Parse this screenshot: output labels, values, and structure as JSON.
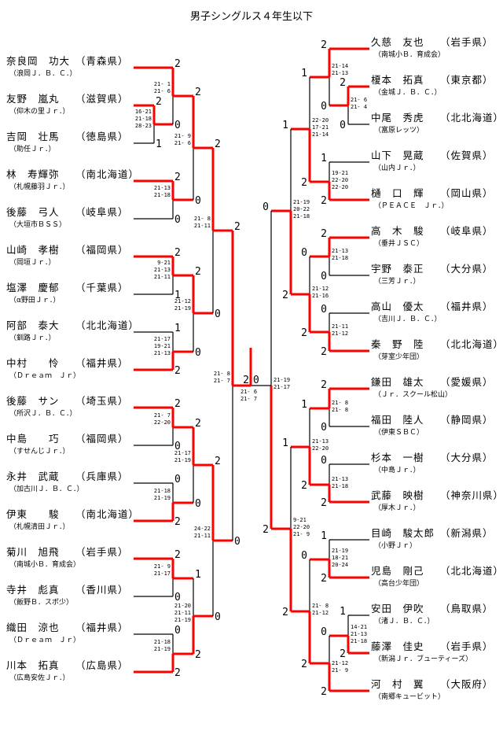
{
  "title": "男子シングルス４年生以下",
  "colors": {
    "winner_line": "#ff0000",
    "loser_line": "#000000"
  },
  "left_players": [
    {
      "name": "奈良岡　功大",
      "pref": "（青森県）",
      "club": "（浪岡Ｊ．Ｂ．Ｃ．）"
    },
    {
      "name": "友野　嵐丸",
      "pref": "（滋賀県）",
      "club": "（仰木の里Ｊｒ．）"
    },
    {
      "name": "吉岡　壮馬",
      "pref": "（徳島県）",
      "club": "（助任Ｊｒ．）"
    },
    {
      "name": "林　寿輝弥",
      "pref": "（南北海道）",
      "club": "（札幌藤羽Ｊｒ．）"
    },
    {
      "name": "後藤　弓人",
      "pref": "（岐阜県）",
      "club": "（大垣市ＢＳＳ）"
    },
    {
      "name": "山崎　孝樹",
      "pref": "（福岡県）",
      "club": "（岡垣Ｊｒ．）"
    },
    {
      "name": "塩澤　慶郁",
      "pref": "（千葉県）",
      "club": "（α野田Ｊｒ．）"
    },
    {
      "name": "阿部　泰大",
      "pref": "（北北海道）",
      "club": "（釧路Ｊｒ．）"
    },
    {
      "name": "中村　　怜",
      "pref": "（福井県）",
      "club": "（Ｄｒｅａｍ　Ｊｒ）"
    },
    {
      "name": "後藤　サン",
      "pref": "（埼玉県）",
      "club": "（所沢Ｊ．Ｂ．Ｃ．）"
    },
    {
      "name": "中島　　巧",
      "pref": "（福岡県）",
      "club": "（すせんじＪｒ．）"
    },
    {
      "name": "永井　武蔵",
      "pref": "（兵庫県）",
      "club": "（加古川Ｊ．Ｂ．Ｃ．）"
    },
    {
      "name": "伊東　　駿",
      "pref": "（南北海道）",
      "club": "（札幌清田Ｊｒ．）"
    },
    {
      "name": "菊川　旭飛",
      "pref": "（岩手県）",
      "club": "（南城小Ｂ．育成会）"
    },
    {
      "name": "寺井　彪真",
      "pref": "（香川県）",
      "club": "（飯野Ｂ．スポ少）"
    },
    {
      "name": "織田　涼也",
      "pref": "（福井県）",
      "club": "（Ｄｒｅａｍ　Ｊｒ）"
    },
    {
      "name": "川本　拓真",
      "pref": "（広島県）",
      "club": "（広島安佐Ｊｒ．）"
    }
  ],
  "right_players": [
    {
      "name": "久慈　友也",
      "pref": "（岩手県）",
      "club": "（南城小Ｂ．育成会）"
    },
    {
      "name": "榎本　拓真",
      "pref": "（東京都）",
      "club": "（金城Ｊ．Ｂ．Ｃ．）"
    },
    {
      "name": "中尾　秀虎",
      "pref": "（北北海道）",
      "club": "（富原レッツ）"
    },
    {
      "name": "山下　晃蔵",
      "pref": "（佐賀県）",
      "club": "（山内Ｊｒ．）"
    },
    {
      "name": "樋　口　輝",
      "pref": "（岡山県）",
      "club": "（ＰＥＡＣＥ　Ｊｒ．）"
    },
    {
      "name": "高　木　駿",
      "pref": "（岐阜県）",
      "club": "（垂井ＪＳＣ）"
    },
    {
      "name": "宇野　泰正",
      "pref": "（大分県）",
      "club": "（三芳Ｊｒ．）"
    },
    {
      "name": "高山　優太",
      "pref": "（福井県）",
      "club": "（吉川Ｊ．Ｂ．Ｃ．）"
    },
    {
      "name": "秦　野　陸",
      "pref": "（北北海道）",
      "club": "（芽室少年団）"
    },
    {
      "name": "鎌田　雄太",
      "pref": "（愛媛県）",
      "club": "（Ｊｒ．スクール松山）"
    },
    {
      "name": "福田　陸人",
      "pref": "（静岡県）",
      "club": "（伊東ＳＢＣ）"
    },
    {
      "name": "杉本　一樹",
      "pref": "（大分県）",
      "club": "（中島Ｊｒ．）"
    },
    {
      "name": "武藤　映樹",
      "pref": "（神奈川県）",
      "club": "（厚木Ｊｒ．）"
    },
    {
      "name": "目崎　駿太郎",
      "pref": "（新潟県）",
      "club": "（小野Ｊｒ）"
    },
    {
      "name": "児島　剛己",
      "pref": "（北北海道）",
      "club": "（高台少年団）"
    },
    {
      "name": "安田　伊吹",
      "pref": "（鳥取県）",
      "club": "（渚Ｊ．Ｂ．Ｃ．）"
    },
    {
      "name": "藤澤　佳史",
      "pref": "（岩手県）",
      "club": "（新潟Ｊｒ．ブューティーズ）"
    },
    {
      "name": "河　村　翼",
      "pref": "（大阪府）",
      "club": "（南郷キュービット）"
    }
  ],
  "matches": {
    "A": {
      "top_games": "2",
      "bottom_games": "1",
      "winner": "top",
      "scores": [
        "16-21",
        "21-18",
        "28-23"
      ]
    },
    "B": {
      "top_games": "2",
      "bottom_games": "0",
      "winner": "top",
      "scores": [
        "21- 1",
        "21- 6"
      ]
    },
    "C": {
      "top_games": "2",
      "bottom_games": "0",
      "winner": "top",
      "scores": [
        "21-13",
        "21-18"
      ]
    },
    "D": {
      "top_games": "2",
      "bottom_games": "0",
      "winner": "top",
      "scores": [
        "21- 9",
        "21- 6"
      ]
    },
    "E": {
      "top_games": "2",
      "bottom_games": "1",
      "winner": "top",
      "scores": [
        "9-21",
        "21-13",
        "21-11"
      ]
    },
    "F": {
      "top_games": "1",
      "bottom_games": "2",
      "winner": "bottom",
      "scores": [
        "21-17",
        "19-21",
        "21-13"
      ]
    },
    "G": {
      "top_games": "2",
      "bottom_games": "0",
      "winner": "top",
      "scores": [
        "21-12",
        "21-19"
      ]
    },
    "H": {
      "top_games": "2",
      "bottom_games": "0",
      "winner": "top",
      "scores": [
        "21- 8",
        "21-11"
      ]
    },
    "I": {
      "top_games": "2",
      "bottom_games": "0",
      "winner": "top",
      "scores": [
        "21- 7",
        "22-20"
      ]
    },
    "J": {
      "top_games": "0",
      "bottom_games": "2",
      "winner": "bottom",
      "scores": [
        "21-18",
        "21-19"
      ]
    },
    "K": {
      "top_games": "2",
      "bottom_games": "0",
      "winner": "top",
      "scores": [
        "21-17",
        "21-19"
      ]
    },
    "L": {
      "top_games": "2",
      "bottom_games": "0",
      "winner": "top",
      "scores": [
        "21- 9",
        "21-17"
      ]
    },
    "M": {
      "top_games": "0",
      "bottom_games": "2",
      "winner": "bottom",
      "scores": [
        "21-18",
        "21-19"
      ]
    },
    "N": {
      "top_games": "1",
      "bottom_games": "2",
      "winner": "bottom",
      "scores": [
        "21-20",
        "21-11",
        "21-19"
      ]
    },
    "O": {
      "top_games": "2",
      "bottom_games": "0",
      "winner": "top",
      "scores": [
        "24-22",
        "21-11"
      ]
    },
    "P": {
      "top_games": "2",
      "bottom_games": "0",
      "winner": "top",
      "scores": [
        "21- 8",
        "21- 7"
      ]
    },
    "a": {
      "top_games": "2",
      "bottom_games": "0",
      "winner": "top",
      "scores": [
        "21- 6",
        "21- 4"
      ]
    },
    "b": {
      "top_games": "2",
      "bottom_games": "0",
      "winner": "top",
      "scores": [
        "21-14",
        "21-13"
      ]
    },
    "c": {
      "top_games": "1",
      "bottom_games": "2",
      "winner": "bottom",
      "scores": [
        "19-21",
        "22-20",
        "22-20"
      ]
    },
    "d": {
      "top_games": "1",
      "bottom_games": "2",
      "winner": "bottom",
      "scores": [
        "22-20",
        "17-21",
        "21-14"
      ]
    },
    "e": {
      "top_games": "2",
      "bottom_games": "0",
      "winner": "top",
      "scores": [
        "21-13",
        "21-18"
      ]
    },
    "f": {
      "top_games": "0",
      "bottom_games": "2",
      "winner": "bottom",
      "scores": [
        "21-11",
        "21-12"
      ]
    },
    "g": {
      "top_games": "0",
      "bottom_games": "2",
      "winner": "bottom",
      "scores": [
        "21-12",
        "21-16"
      ]
    },
    "h": {
      "top_games": "1",
      "bottom_games": "2",
      "winner": "bottom",
      "scores": [
        "21-19",
        "20-22",
        "21-18"
      ]
    },
    "i": {
      "top_games": "2",
      "bottom_games": "0",
      "winner": "top",
      "scores": [
        "21- 8",
        "21- 8"
      ]
    },
    "j": {
      "top_games": "0",
      "bottom_games": "2",
      "winner": "bottom",
      "scores": [
        "21-13",
        "21-18"
      ]
    },
    "k": {
      "top_games": "1",
      "bottom_games": "2",
      "winner": "bottom",
      "scores": [
        "21-13",
        "22-20"
      ]
    },
    "l": {
      "top_games": "1",
      "bottom_games": "2",
      "winner": "bottom",
      "scores": [
        "21-19",
        "18-21",
        "20-24"
      ]
    },
    "m": {
      "top_games": "1",
      "bottom_games": "2",
      "winner": "bottom",
      "scores": [
        "14-21",
        "21-13",
        "21-18"
      ]
    },
    "n": {
      "top_games": "0",
      "bottom_games": "2",
      "winner": "bottom",
      "scores": [
        "21-12",
        "21- 9"
      ]
    },
    "o": {
      "top_games": "0",
      "bottom_games": "2",
      "winner": "bottom",
      "scores": [
        "21- 8",
        "21-12"
      ]
    },
    "p": {
      "top_games": "1",
      "bottom_games": "2",
      "winner": "bottom",
      "scores": [
        "9-21",
        "22-20",
        "21- 9"
      ]
    },
    "q": {
      "top_games": "0",
      "bottom_games": "2",
      "winner": "bottom",
      "scores": [
        "21-19",
        "21-17"
      ]
    }
  },
  "final": {
    "left_games": "2",
    "right_games": "0",
    "winner": "left",
    "scores": [
      "21- 6",
      "21- 7"
    ]
  }
}
